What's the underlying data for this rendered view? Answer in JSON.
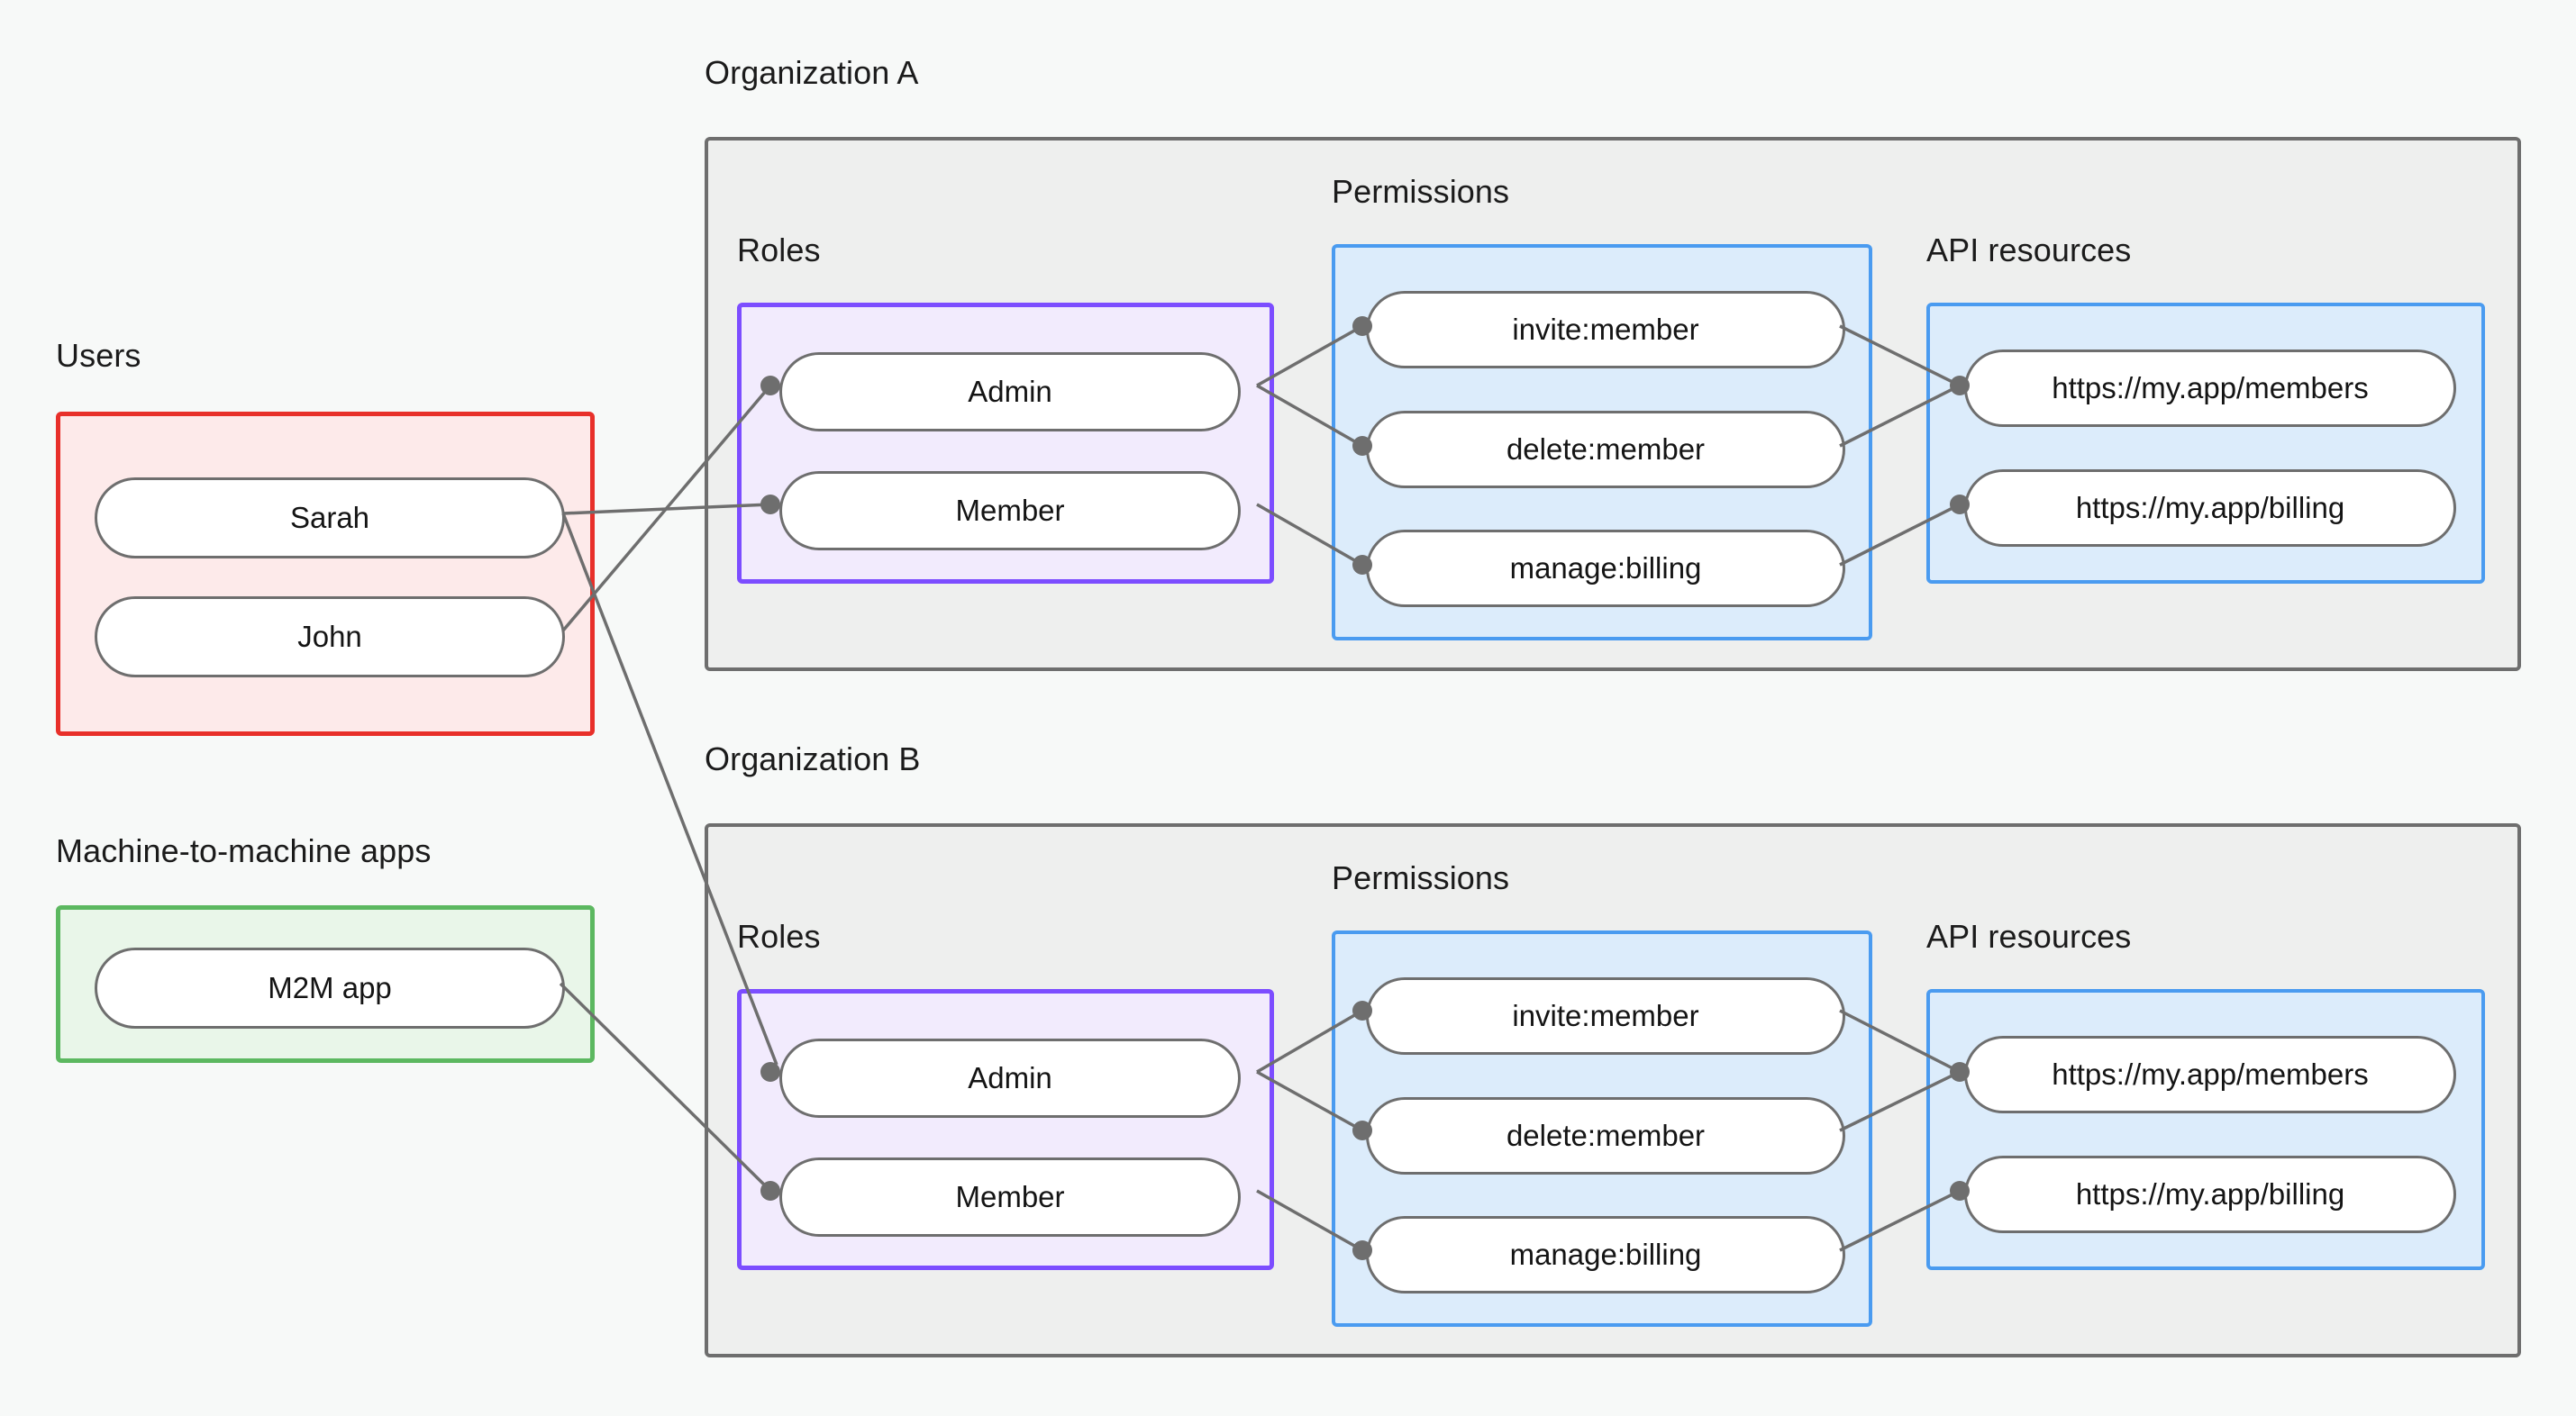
{
  "diagram": {
    "title_labels": {
      "users": "Users",
      "m2m": "Machine-to-machine apps",
      "org_a": "Organization A",
      "org_b": "Organization B",
      "roles": "Roles",
      "permissions": "Permissions",
      "api_resources": "API resources"
    },
    "colors": {
      "page_background": "#f7f9f8",
      "org_fill": "#eeefee",
      "org_border": "#6e6e6e",
      "users_fill": "#fdeaea",
      "users_border": "#e8302a",
      "m2m_fill": "#e9f6e9",
      "m2m_border": "#5cb860",
      "roles_fill": "#f2ebfd",
      "roles_border": "#7c4dff",
      "permissions_fill": "#dcecfb",
      "permissions_border": "#4a9bf0",
      "api_fill": "#dcecfb",
      "api_border": "#4a9bf0",
      "node_fill": "#ffffff",
      "node_border": "#6e6e6e",
      "edge_stroke": "#6e6e6e",
      "text": "#141414"
    },
    "users": {
      "label": "Users",
      "items": [
        {
          "label": "Sarah"
        },
        {
          "label": "John"
        }
      ]
    },
    "m2m_apps": {
      "label": "Machine-to-machine apps",
      "items": [
        {
          "label": "M2M app"
        }
      ]
    },
    "organizations": [
      {
        "label": "Organization A",
        "roles": {
          "label": "Roles",
          "items": [
            {
              "label": "Admin"
            },
            {
              "label": "Member"
            }
          ]
        },
        "permissions": {
          "label": "Permissions",
          "items": [
            {
              "label": "invite:member"
            },
            {
              "label": "delete:member"
            },
            {
              "label": "manage:billing"
            }
          ]
        },
        "api_resources": {
          "label": "API resources",
          "items": [
            {
              "label": "https://my.app/members"
            },
            {
              "label": "https://my.app/billing"
            }
          ]
        }
      },
      {
        "label": "Organization B",
        "roles": {
          "label": "Roles",
          "items": [
            {
              "label": "Admin"
            },
            {
              "label": "Member"
            }
          ]
        },
        "permissions": {
          "label": "Permissions",
          "items": [
            {
              "label": "invite:member"
            },
            {
              "label": "delete:member"
            },
            {
              "label": "manage:billing"
            }
          ]
        },
        "api_resources": {
          "label": "API resources",
          "items": [
            {
              "label": "https://my.app/members"
            },
            {
              "label": "https://my.app/billing"
            }
          ]
        }
      }
    ]
  }
}
